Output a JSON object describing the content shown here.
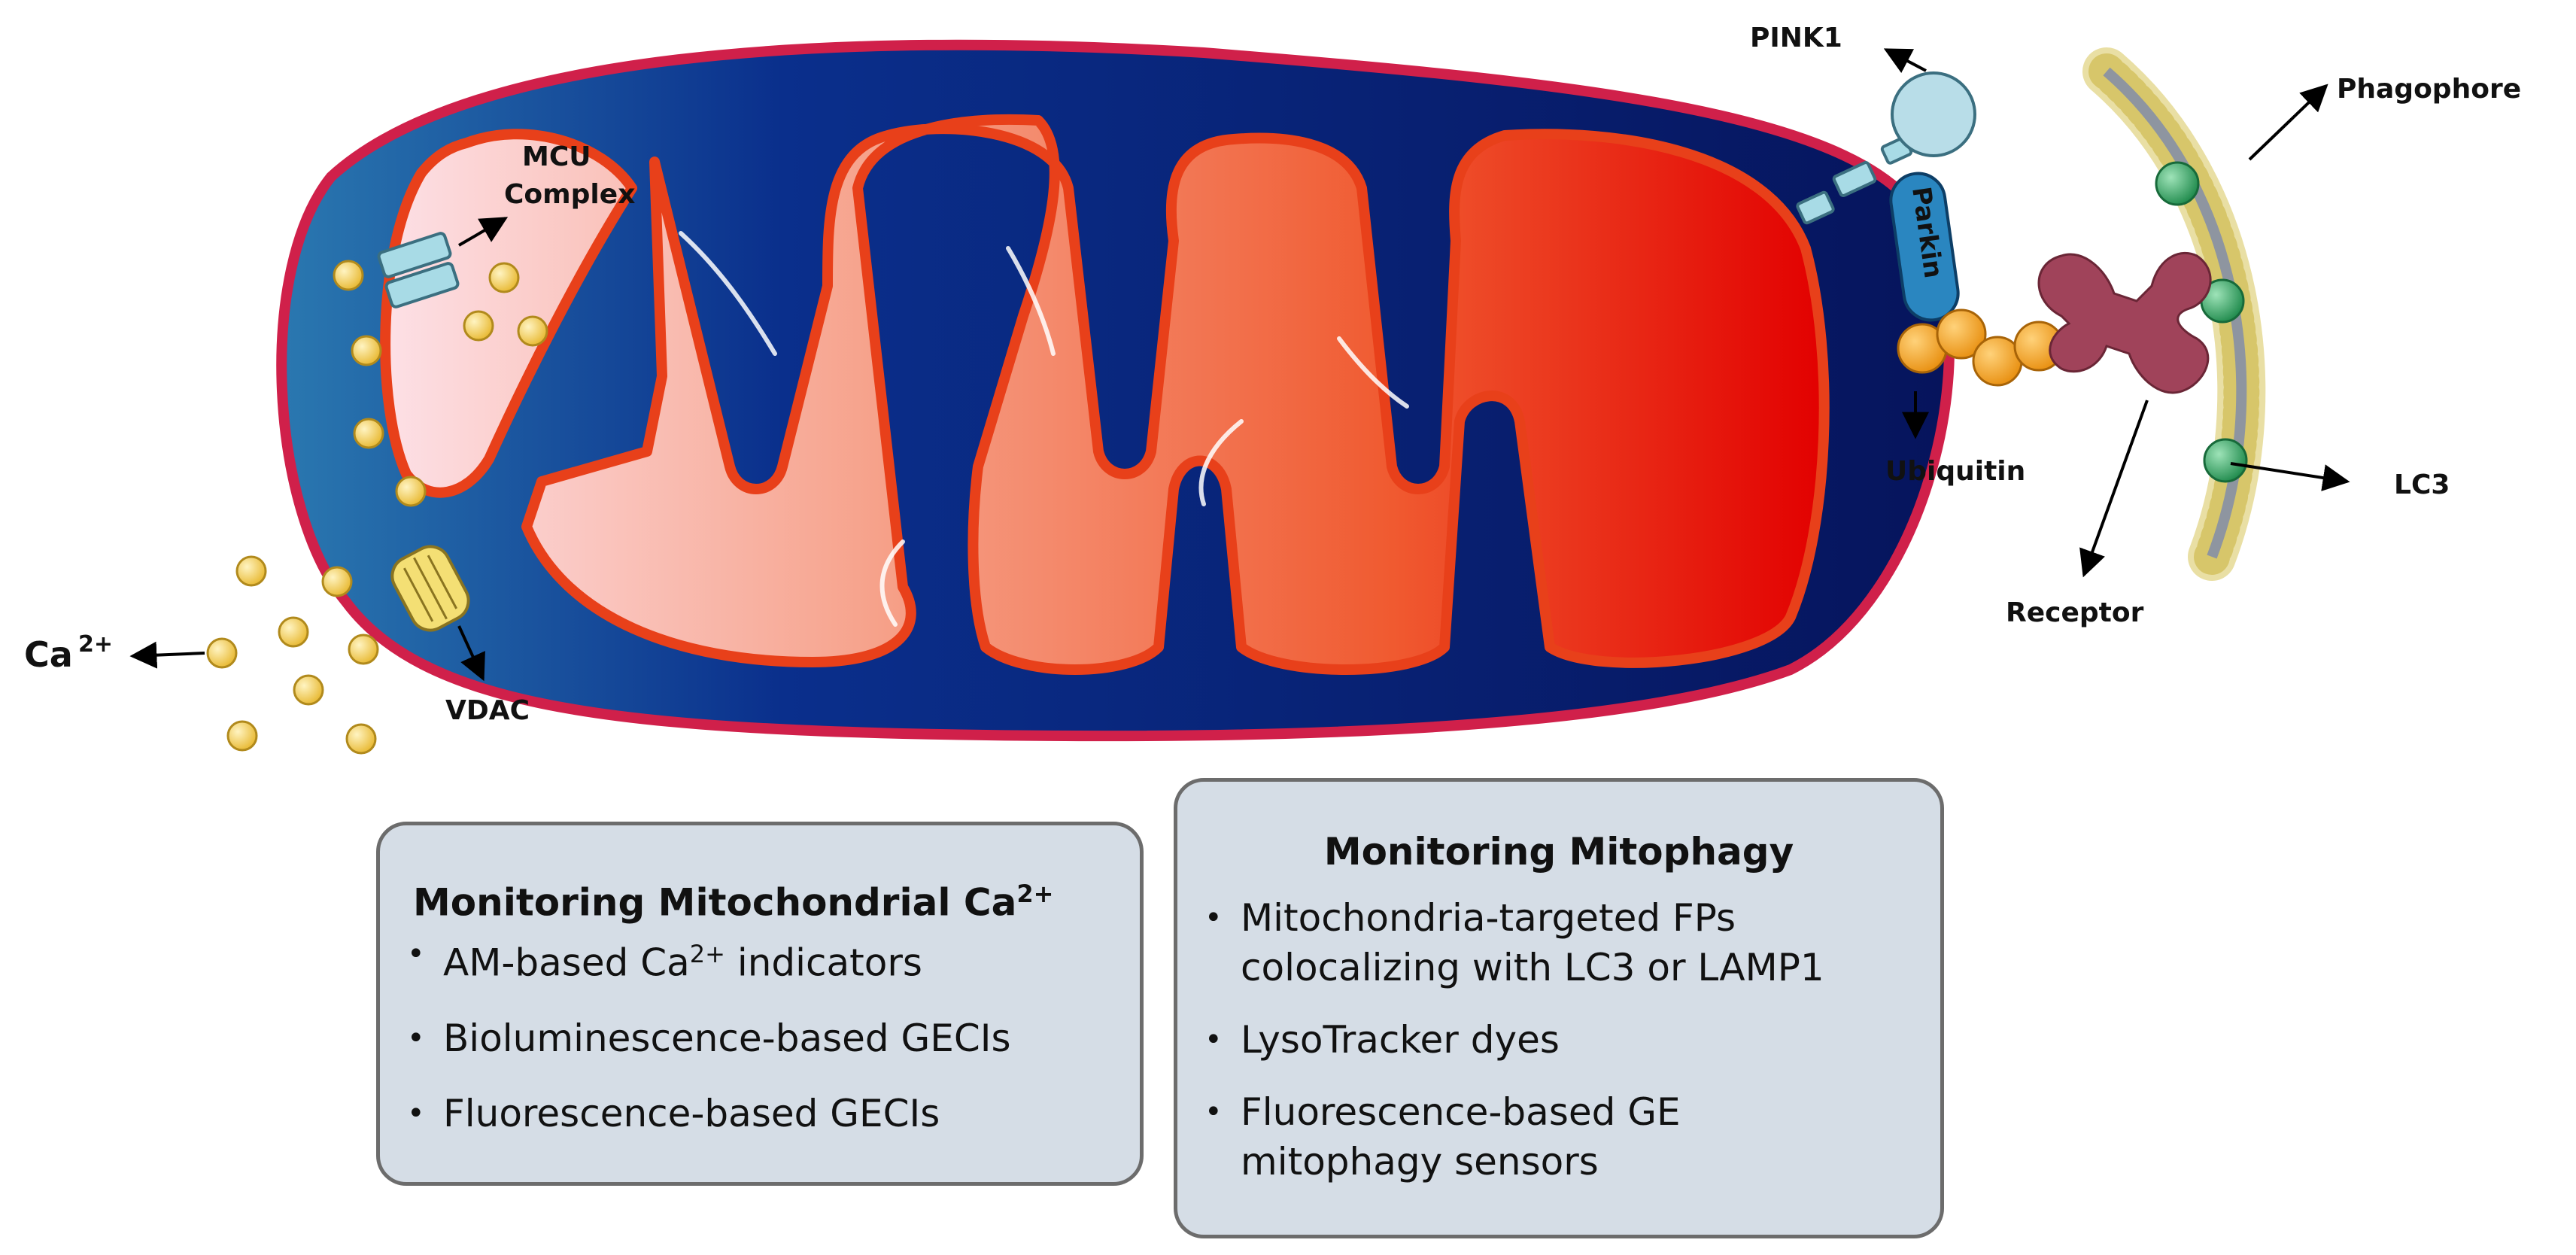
{
  "diagram": {
    "labels": {
      "mcu_line1": "MCU",
      "mcu_line2": "Complex",
      "vdac": "VDAC",
      "calcium": "Ca",
      "calcium_charge": "2+",
      "pink1": "PINK1",
      "parkin": "Parkin",
      "ubiquitin": "Ubiquitin",
      "receptor": "Receptor",
      "phagophore": "Phagophore",
      "lc3": "LC3"
    },
    "colors": {
      "outer_membrane": "#d0204a",
      "intermembrane_space": "#0a1f7a",
      "inner_membrane": "#e8401a",
      "matrix_light": "#fbd8df",
      "matrix_dark": "#e40000",
      "calcium_ion": "#f5c84a",
      "ubiquitin": "#f5a623",
      "lc3": "#2e9e5e",
      "parkin": "#2a86c0",
      "receptor": "#a0435a",
      "panel_fill": "#d5dde6"
    }
  },
  "calcium_panel": {
    "title": "Monitoring Mitochondrial Ca",
    "title_charge": "2+",
    "bullet": "•",
    "items": [
      {
        "before": "AM-based Ca",
        "charge": "2+",
        "after": " indicators"
      },
      {
        "text": "Bioluminescence-based GECIs"
      },
      {
        "text": "Fluorescence-based GECIs"
      }
    ]
  },
  "mitophagy_panel": {
    "title": "Monitoring Mitophagy",
    "bullet": "•",
    "items": [
      "Mitochondria-targeted FPs\ncolocalizing with LC3 or LAMP1",
      "LysoTracker dyes",
      "Fluorescence-based GE\nmitophagy sensors"
    ]
  }
}
